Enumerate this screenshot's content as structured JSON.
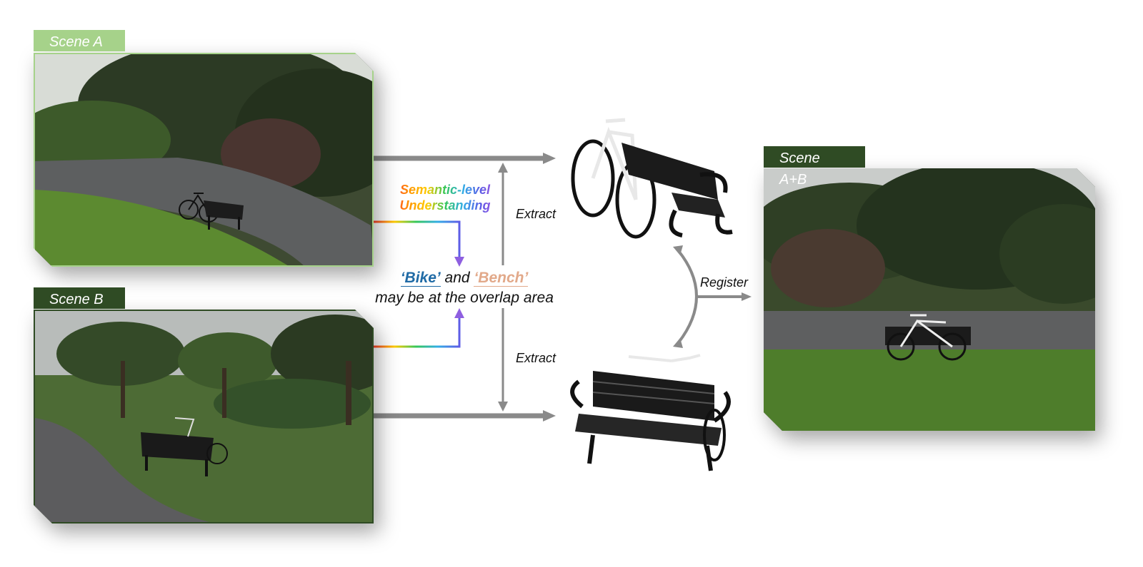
{
  "scene_a": {
    "label": "Scene A",
    "tag_color": "#a6d28a"
  },
  "scene_b": {
    "label": "Scene B",
    "tag_color": "#2f4b24"
  },
  "scene_ab": {
    "label": "Scene A+B",
    "tag_color": "#2f4b24"
  },
  "semantic": {
    "line1": "Semantic-level",
    "line2": "Understanding"
  },
  "overlap": {
    "bike": "‘Bike’",
    "and": " and ",
    "bench": "‘Bench’",
    "line2": "may be at the overlap area",
    "bike_color": "#1f6aa5",
    "bench_color": "#e2a98a"
  },
  "labels": {
    "extract_top": "Extract",
    "extract_bottom": "Extract",
    "register": "Register"
  },
  "colors": {
    "arrow_gray": "#8a8a8a",
    "purple_arrow": "#8e5fe0"
  }
}
